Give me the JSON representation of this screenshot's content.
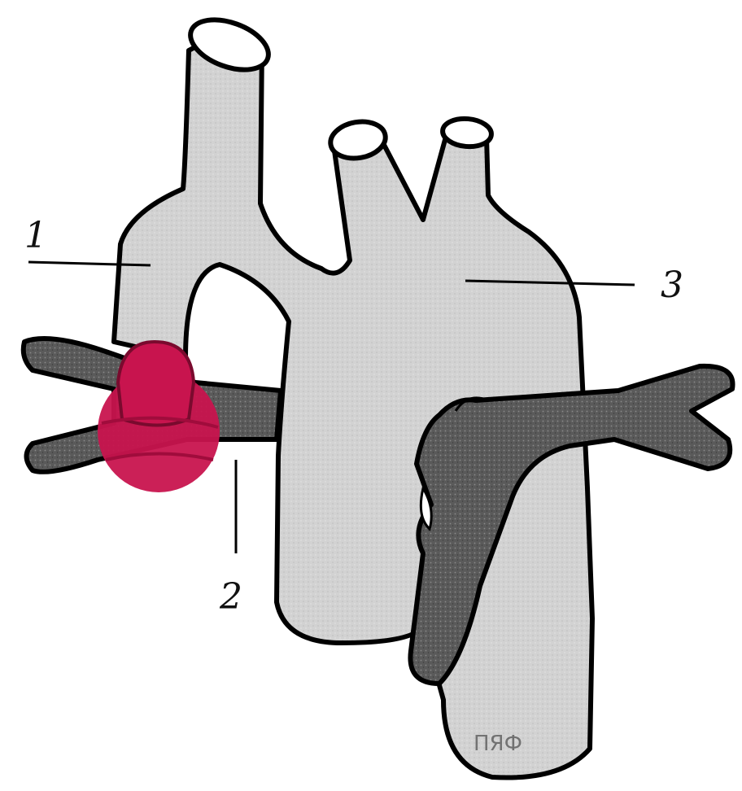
{
  "labels": {
    "label_1": "1",
    "label_2": "2",
    "label_3": "3"
  },
  "watermark": "ПЯФ",
  "colors": {
    "vessel_light": "#d2d2d2",
    "vessel_dark": "#5a5a5a",
    "outline": "#000000",
    "highlight": "#c8144e",
    "highlight_dark": "#a00c3c",
    "background": "#ffffff"
  }
}
